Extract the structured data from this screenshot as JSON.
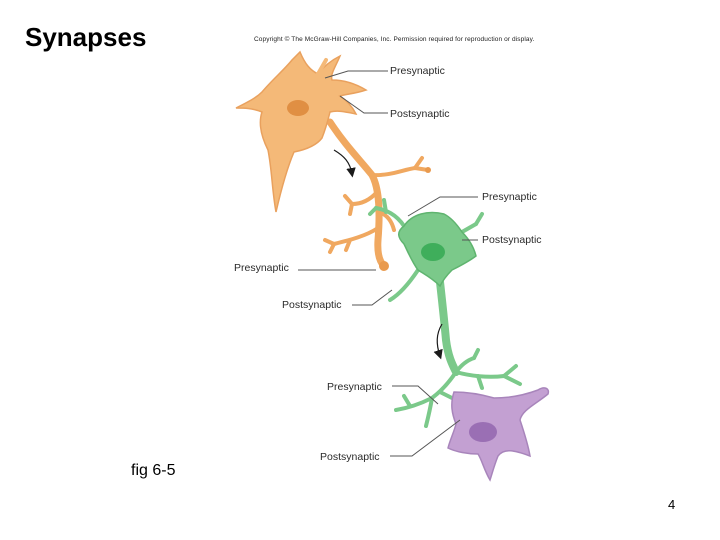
{
  "slide": {
    "title": "Synapses",
    "copyright": "Copyright © The McGraw-Hill Companies, Inc. Permission required for reproduction or display.",
    "caption": "fig 6-5",
    "page_number": "4"
  },
  "figure": {
    "labels": [
      "Presynaptic",
      "Postsynaptic",
      "Presynaptic",
      "Postsynaptic",
      "Presynaptic",
      "Postsynaptic",
      "Presynaptic",
      "Postsynaptic"
    ],
    "colors": {
      "neuron_top": "#f4b978",
      "neuron_top_nucleus": "#e08f43",
      "neuron_middle": "#7bc98a",
      "neuron_middle_nucleus": "#3fae5b",
      "neuron_bottom": "#c3a0d2",
      "neuron_bottom_nucleus": "#9a6fb4",
      "leader_line": "#555555",
      "arrow": "#1a1a1a"
    }
  }
}
